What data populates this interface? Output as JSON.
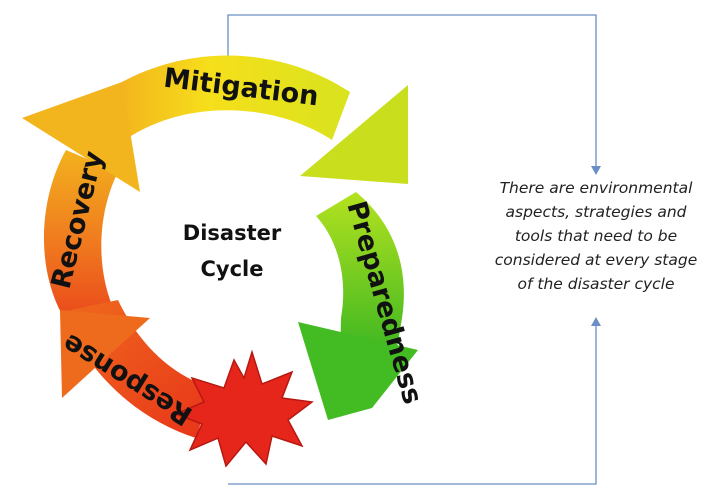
{
  "diagram": {
    "title_lines": [
      "Disaster",
      "Cycle"
    ],
    "stages": [
      {
        "key": "mitigation",
        "label": "Mitigation"
      },
      {
        "key": "preparedness",
        "label": "Preparedness"
      },
      {
        "key": "response",
        "label": "Response"
      },
      {
        "key": "recovery",
        "label": "Recovery"
      }
    ],
    "note_lines": [
      "There are environmental",
      "aspects, strategies and",
      "tools that need to be",
      "considered at every stage",
      "of the disaster cycle"
    ],
    "colors": {
      "yellow": "#f4e21a",
      "orange": "#f39a1c",
      "green": "#5fcc1e",
      "red": "#e82817",
      "connector": "#6a8fc4"
    }
  }
}
